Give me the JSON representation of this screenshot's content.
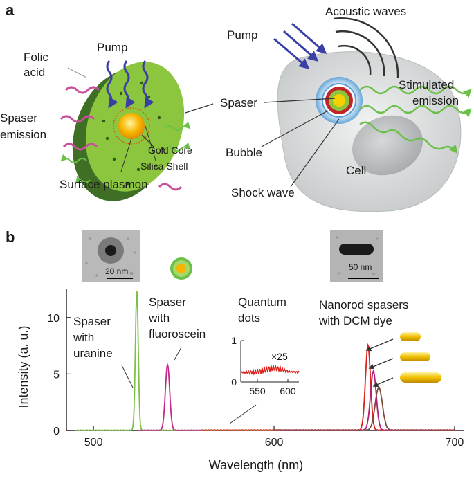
{
  "colors": {
    "particle_green": "#8cc63f",
    "gold_core": "#f7b500",
    "pump_blue": "#3a3fa6",
    "emission_green": "#6cc04a",
    "folic_magenta": "#c94f9a",
    "cell_gray": "#d9dcdc",
    "shell_red": "#c0252a",
    "bubble_blue": "#5aa0d8"
  },
  "panel_a": {
    "letter": "a",
    "labels": {
      "folic_acid_1": "Folic",
      "folic_acid_2": "acid",
      "pump_left": "Pump",
      "spaser_emission_1": "Spaser",
      "spaser_emission_2": "emission",
      "gold_core": "Gold Core",
      "silica_shell": "Silica Shell",
      "surface_plasmon": "Surface plasmon",
      "pump_right": "Pump",
      "acoustic_waves": "Acoustic waves",
      "spaser": "Spaser",
      "stimulated_emission_1": "Stimulated",
      "stimulated_emission_2": "emission",
      "bubble": "Bubble",
      "cell": "Cell",
      "shock_wave": "Shock wave"
    }
  },
  "panel_b": {
    "letter": "b",
    "scale_bars": {
      "left": "20 nm",
      "right": "50 nm"
    },
    "annotations": {
      "uranine": [
        "Spaser",
        "with",
        "uranine"
      ],
      "fluoroscein": [
        "Spaser",
        "with",
        "fluoroscein"
      ],
      "quantum_dots": [
        "Quantum",
        "dots"
      ],
      "nanorod": [
        "Nanorod spasers",
        "with DCM dye"
      ]
    },
    "inset": {
      "multiplier": "×25",
      "ytick": [
        "0",
        "1"
      ],
      "xtick": [
        "550",
        "600"
      ]
    }
  },
  "chart_data": {
    "type": "line",
    "xlabel": "Wavelength (nm)",
    "ylabel": "Intensity (a. u.)",
    "xlim": [
      485,
      705
    ],
    "ylim": [
      0,
      12.5
    ],
    "xticks": [
      500,
      600,
      700
    ],
    "yticks": [
      0,
      5,
      10
    ],
    "series": [
      {
        "color": "#7cc04a",
        "peak_x": 524,
        "peak_y": 12.3,
        "width": 0.8,
        "baseline": 0.04,
        "x_range": [
          490,
          600
        ]
      },
      {
        "color": "#c5288a",
        "peak_x": 541,
        "peak_y": 5.8,
        "width": 1.2,
        "baseline": 0.03,
        "x_range": [
          525,
          560
        ]
      },
      {
        "color": "#e0201c",
        "peak_x": 652,
        "peak_y": 7.5,
        "width": 1.4,
        "baseline": 0.05,
        "x_range": [
          560,
          700
        ]
      },
      {
        "color": "#b0207a",
        "peak_x": 655,
        "peak_y": 5.2,
        "width": 1.6,
        "baseline": 0.05,
        "x_range": [
          600,
          700
        ]
      },
      {
        "color": "#7a4a3a",
        "peak_x": 658,
        "peak_y": 3.8,
        "width": 2.0,
        "baseline": 0.05,
        "x_range": [
          600,
          700
        ]
      }
    ]
  }
}
